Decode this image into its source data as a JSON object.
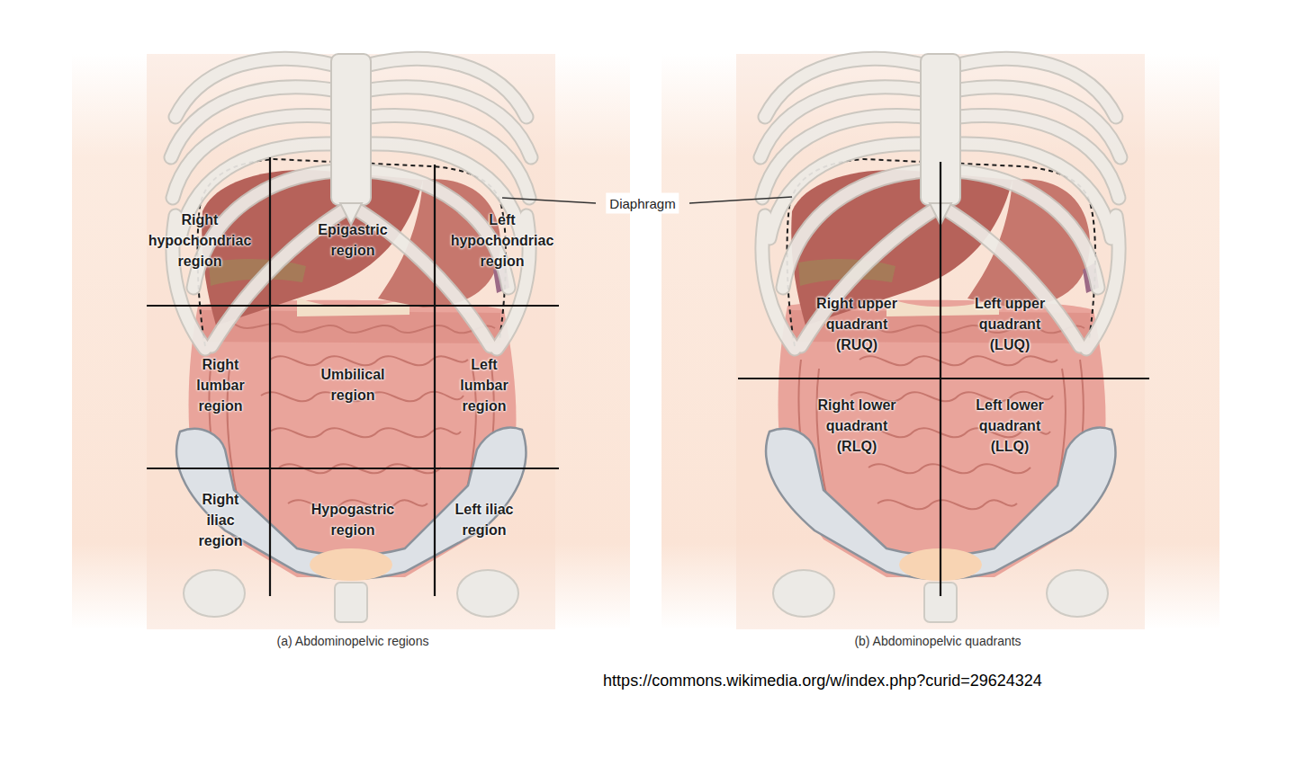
{
  "diagram": {
    "labels": [
      "Right hypochondriac region",
      "Epigastric region",
      "Left hypochondriac region",
      "Right lumbar region",
      "Umbilical region",
      "Left lumbar region",
      "Right iliac region",
      "Hypogastric region",
      "Left iliac region",
      "Diaphragm",
      "Right upper quadrant (RUQ)",
      "Left upper quadrant (LUQ)",
      "Right lower quadrant (RLQ)",
      "Left lower quadrant (LLQ)",
      "(a) Abdominopelvic regions",
      "(b) Abdominopelvic quadrants",
      "https://commons.wikimedia.org/w/index.php?curid=29624324"
    ]
  }
}
